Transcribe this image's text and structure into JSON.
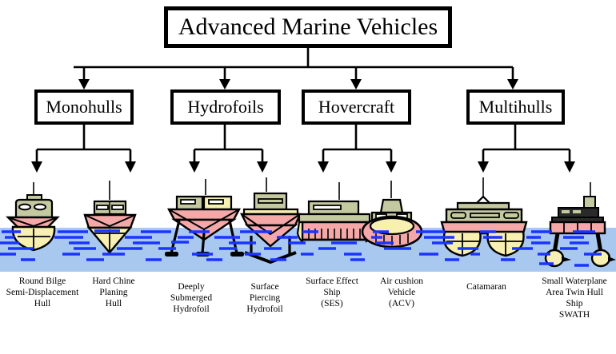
{
  "diagram": {
    "title": "Advanced Marine Vehicles",
    "background_color": "#ffffff",
    "water_color": "#a8c8f0",
    "wave_color": "#1a35ff",
    "outline_color": "#000000",
    "hull_upper_color": "#f4a9a8",
    "hull_lower_color": "#f7f0b0",
    "superstructure_color": "#c5c9a0",
    "categories": [
      {
        "id": "monohulls",
        "label": "Monohulls"
      },
      {
        "id": "hydrofoils",
        "label": "Hydrofoils"
      },
      {
        "id": "hovercraft",
        "label": "Hovercraft"
      },
      {
        "id": "multihulls",
        "label": "Multihulls"
      }
    ],
    "vessels": [
      {
        "id": "round-bilge-semi-displacement-hull",
        "parent": "monohulls",
        "caption": "Round Bilge\nSemi-Displacement\nHull"
      },
      {
        "id": "hard-chine-planing-hull",
        "parent": "monohulls",
        "caption": "Hard Chine\nPlaning\nHull"
      },
      {
        "id": "deeply-submerged-hydrofoil",
        "parent": "hydrofoils",
        "caption": "Deeply\nSubmerged\nHydrofoil"
      },
      {
        "id": "surface-piercing-hydrofoil",
        "parent": "hydrofoils",
        "caption": "Surface\nPiercing\nHydrofoil"
      },
      {
        "id": "surface-effect-ship",
        "parent": "hovercraft",
        "caption": "Surface Effect\nShip\n(SES)"
      },
      {
        "id": "air-cushion-vehicle",
        "parent": "hovercraft",
        "caption": "Air cushion\nVehicle\n(ACV)"
      },
      {
        "id": "catamaran",
        "parent": "multihulls",
        "caption": "Catamaran"
      },
      {
        "id": "swath",
        "parent": "multihulls",
        "caption": "Small Waterplane\nArea Twin Hull\nShip\nSWATH"
      }
    ]
  }
}
